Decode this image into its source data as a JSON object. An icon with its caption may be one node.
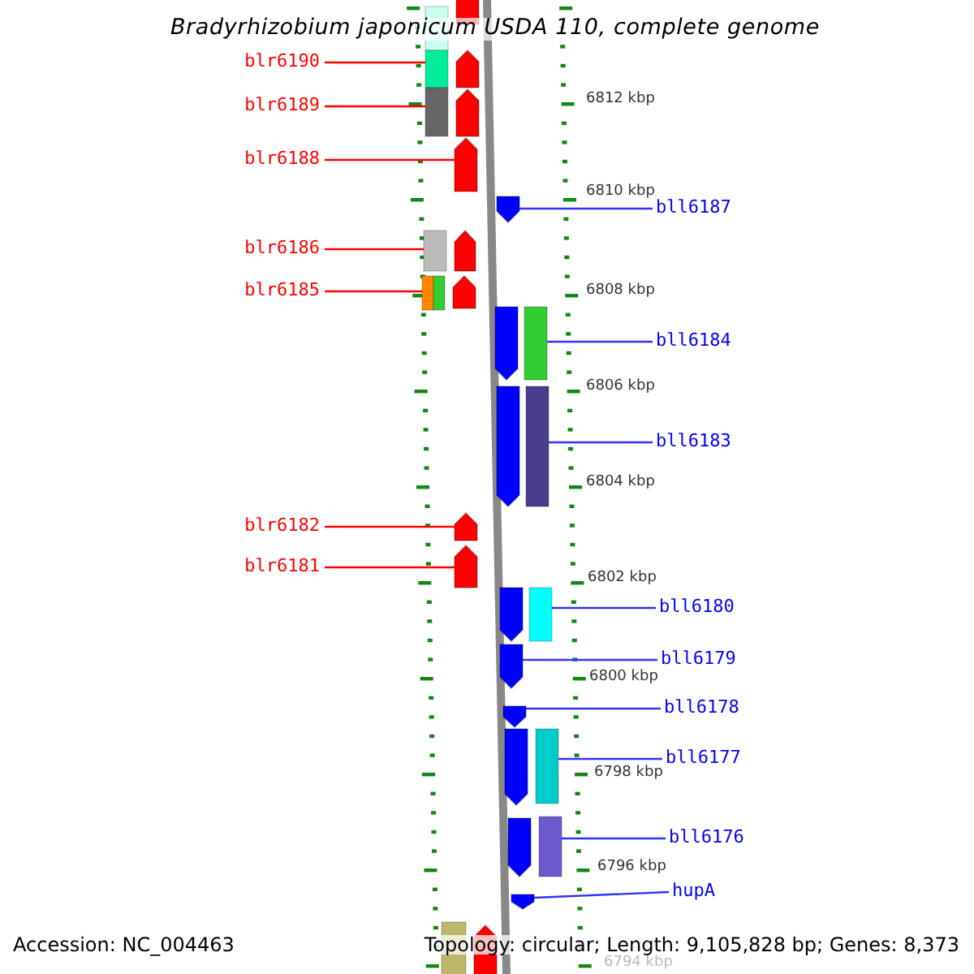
{
  "diagram": {
    "title": "Bradyrhizobium japonicum USDA 110, complete genome",
    "nodes": [
      {
        "text": [
          "blr6190"
        ]
      },
      {
        "text": [
          "blr6189"
        ]
      },
      {
        "text": [
          "blr6188"
        ]
      },
      {
        "text": [
          "bll6187"
        ]
      },
      {
        "text": [
          "blr6186"
        ]
      },
      {
        "text": [
          "blr6185"
        ]
      },
      {
        "text": [
          "bll6184"
        ]
      },
      {
        "text": [
          "bll6183"
        ]
      },
      {
        "text": [
          "blr6182"
        ]
      },
      {
        "text": [
          "blr6181"
        ]
      },
      {
        "text": [
          "bll6180"
        ]
      },
      {
        "text": [
          "bll6179"
        ]
      },
      {
        "text": [
          "bll6178"
        ]
      },
      {
        "text": [
          "bll6177"
        ]
      },
      {
        "text": [
          "bll6176"
        ]
      },
      {
        "text": [
          "hupA"
        ]
      },
      {
        "text": [],
        "shape": "pentagon"
      },
      {
        "text": [],
        "shape": "pentagon"
      },
      {
        "text": [],
        "shape": "pentagon"
      },
      {
        "text": [],
        "shape": "pentagon"
      },
      {
        "text": [],
        "shape": "pentagon"
      },
      {
        "text": [],
        "shape": "pentagon"
      },
      {
        "text": [],
        "shape": "pentagon"
      },
      {
        "text": [],
        "shape": "pentagon"
      },
      {
        "text": [],
        "shape": "pentagon"
      },
      {
        "text": [],
        "shape": "pentagon"
      },
      {
        "text": [],
        "shape": "pentagon"
      },
      {
        "text": [],
        "shape": "pentagon"
      },
      {
        "text": [],
        "shape": "pentagon"
      },
      {
        "text": [],
        "shape": "pentagon"
      },
      {
        "text": [],
        "shape": "pentagon"
      },
      {
        "text": [],
        "shape": "pentagon"
      },
      {
        "text": [],
        "shape": "pentagon"
      },
      {
        "text": [],
        "shape": "pentagon"
      }
    ],
    "edges": [
      {
        "from": 0,
        "to": 17,
        "arrow": "none",
        "color": "#ff0000"
      },
      {
        "from": 1,
        "to": 18,
        "arrow": "none",
        "color": "#ff0000"
      },
      {
        "from": 2,
        "to": 19,
        "arrow": "none",
        "color": "#ff0000"
      },
      {
        "from": 3,
        "to": 20,
        "arrow": "none"
      },
      {
        "from": 4,
        "to": 21,
        "arrow": "none",
        "color": "#ff0000"
      },
      {
        "from": 5,
        "to": 22,
        "arrow": "none",
        "color": "#ff0000"
      },
      {
        "from": 6,
        "to": 23,
        "arrow": "none"
      },
      {
        "from": 7,
        "to": 24,
        "arrow": "none"
      },
      {
        "from": 8,
        "to": 25,
        "arrow": "none",
        "color": "#ff0000"
      },
      {
        "from": 9,
        "to": 26,
        "arrow": "none",
        "color": "#ff0000"
      },
      {
        "from": 10,
        "to": 27,
        "arrow": "none"
      },
      {
        "from": 11,
        "to": 28,
        "arrow": "none"
      },
      {
        "from": 12,
        "to": 29,
        "arrow": "none"
      },
      {
        "from": 13,
        "to": 30,
        "arrow": "none"
      },
      {
        "from": 14,
        "to": 31,
        "arrow": "none"
      },
      {
        "from": 15,
        "to": 32,
        "arrow": "none"
      }
    ],
    "labels": [
      "6812 kbp",
      "6810 kbp",
      "6808 kbp",
      "6806 kbp",
      "6804 kbp",
      "6802 kbp",
      "6800 kbp",
      "6798 kbp",
      "6796 kbp",
      "6794 kbp",
      "Accession: NC_004463",
      "Topology: circular; Length: 9,105,828 bp; Genes: 8,373"
    ]
  }
}
